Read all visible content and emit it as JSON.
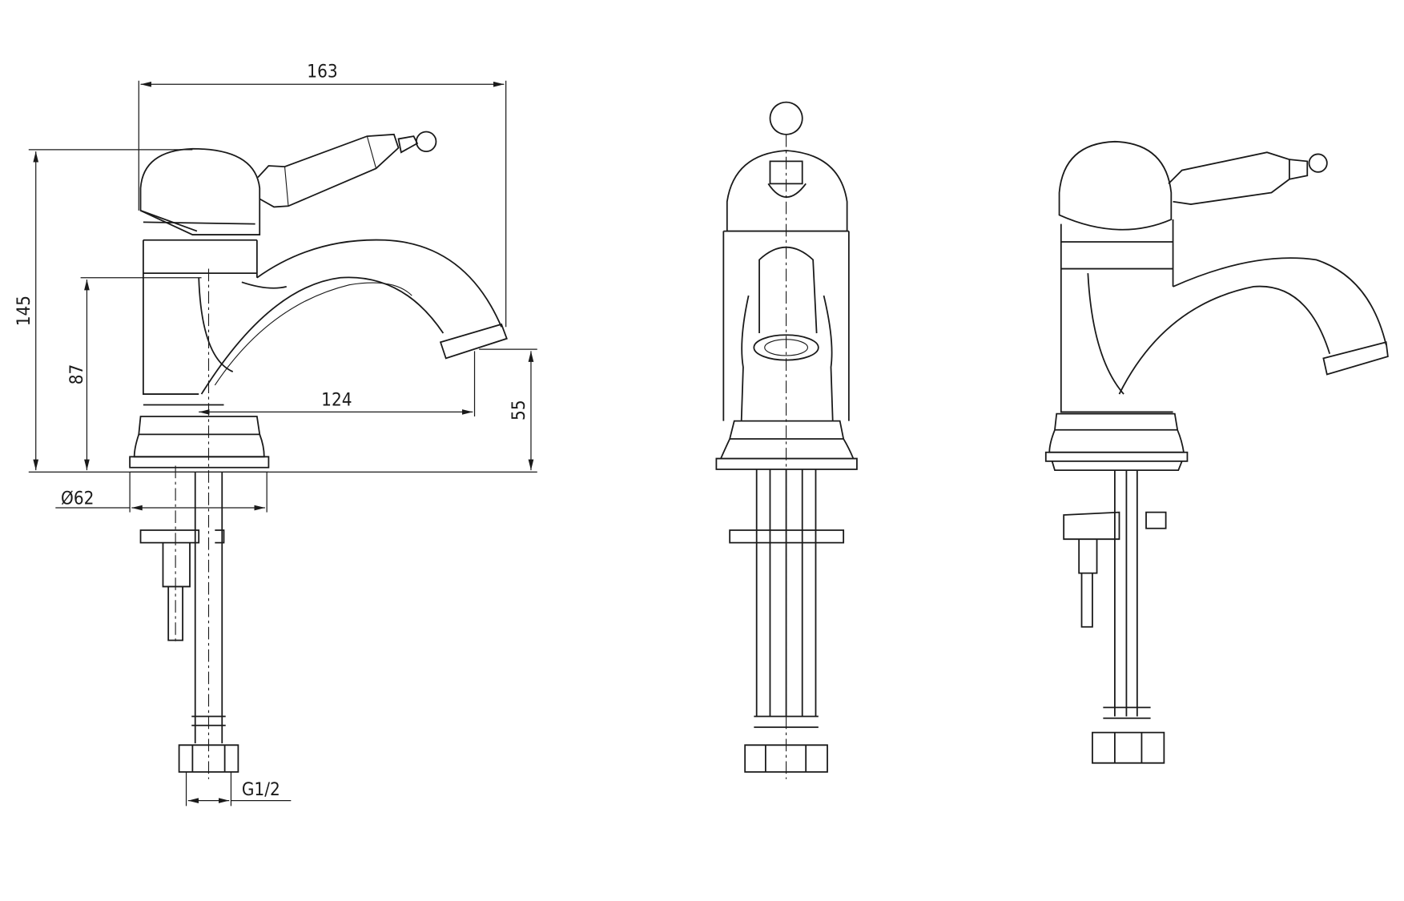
{
  "drawing": {
    "views": [
      "side-view",
      "front-view",
      "perspective-view"
    ],
    "dimensions": {
      "overall_width": "163",
      "overall_height": "145",
      "spout_height": "87",
      "spout_reach": "124",
      "outlet_height": "55",
      "base_diameter": "Ø62",
      "connection_thread": "G1/2"
    },
    "line_color": "#1a1a1a",
    "background": "#ffffff"
  }
}
